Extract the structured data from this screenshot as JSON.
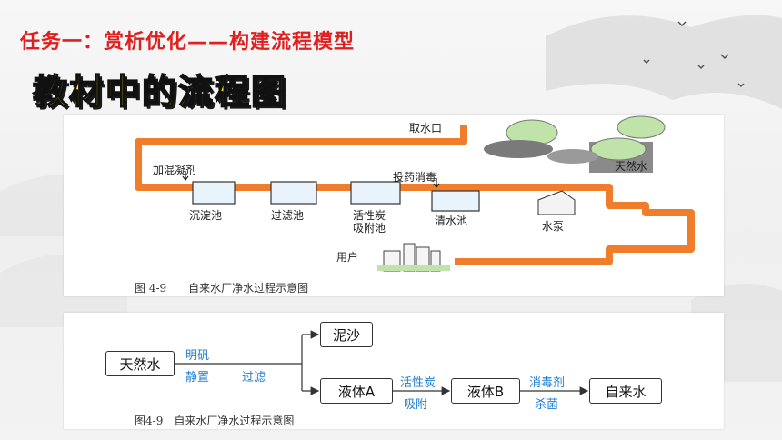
{
  "header": {
    "task_title": "任务一：赏析优化——构建流程模型",
    "section_title": "教材中的流程图"
  },
  "figure_top": {
    "labels": {
      "intake": "取水口",
      "natural_water": "天然水",
      "coagulant": "加混凝剂",
      "disinfect": "投药消毒",
      "sedimentation": "沉淀池",
      "filtration": "过滤池",
      "carbon_line1": "活性炭",
      "carbon_line2": "吸附池",
      "clear_water": "清水池",
      "pump": "水泵",
      "users": "用户"
    },
    "caption": "图 4-9　　自来水厂净水过程示意图",
    "pipe_color": "#f07d2b"
  },
  "figure_bottom": {
    "boxes": {
      "natural_water": "天然水",
      "silt": "泥沙",
      "liquid_a": "液体A",
      "liquid_b": "液体B",
      "tap_water": "自来水"
    },
    "steps": {
      "alum": "明矾",
      "settle": "静置",
      "filter": "过滤",
      "carbon": "活性炭",
      "adsorb": "吸附",
      "disinfectant": "消毒剂",
      "sterilize": "杀菌"
    },
    "caption": "图4-9　自来水厂净水过程示意图",
    "step_color": "#1f7fd1"
  }
}
